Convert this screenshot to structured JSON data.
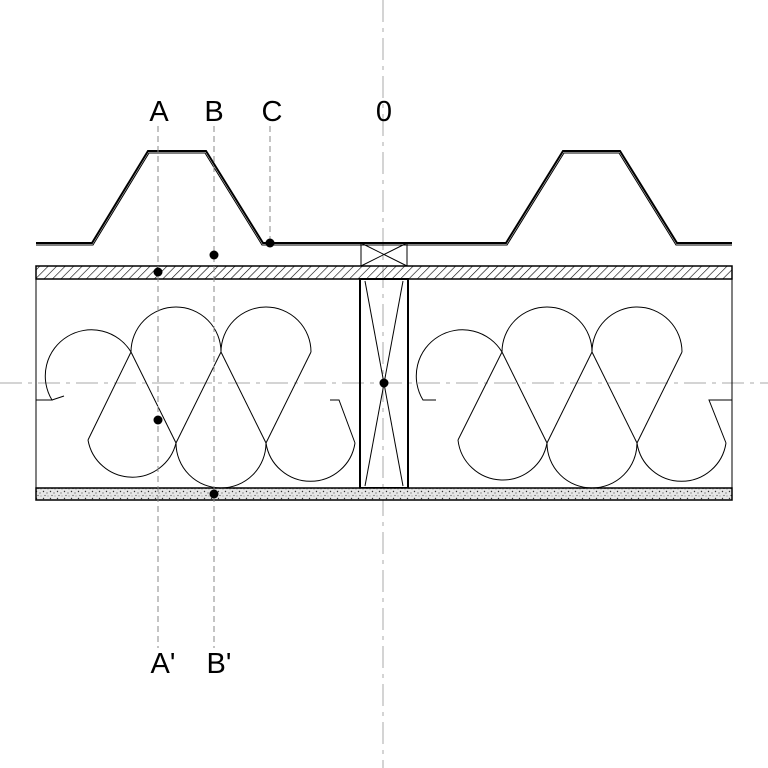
{
  "labels": {
    "a": "A",
    "b": "B",
    "c": "C",
    "zero": "0",
    "a_prime": "A'",
    "b_prime": "B'"
  },
  "colors": {
    "line": "#000000",
    "reference_line": "#888888",
    "center_line": "#aaaaaa",
    "background": "#ffffff"
  }
}
